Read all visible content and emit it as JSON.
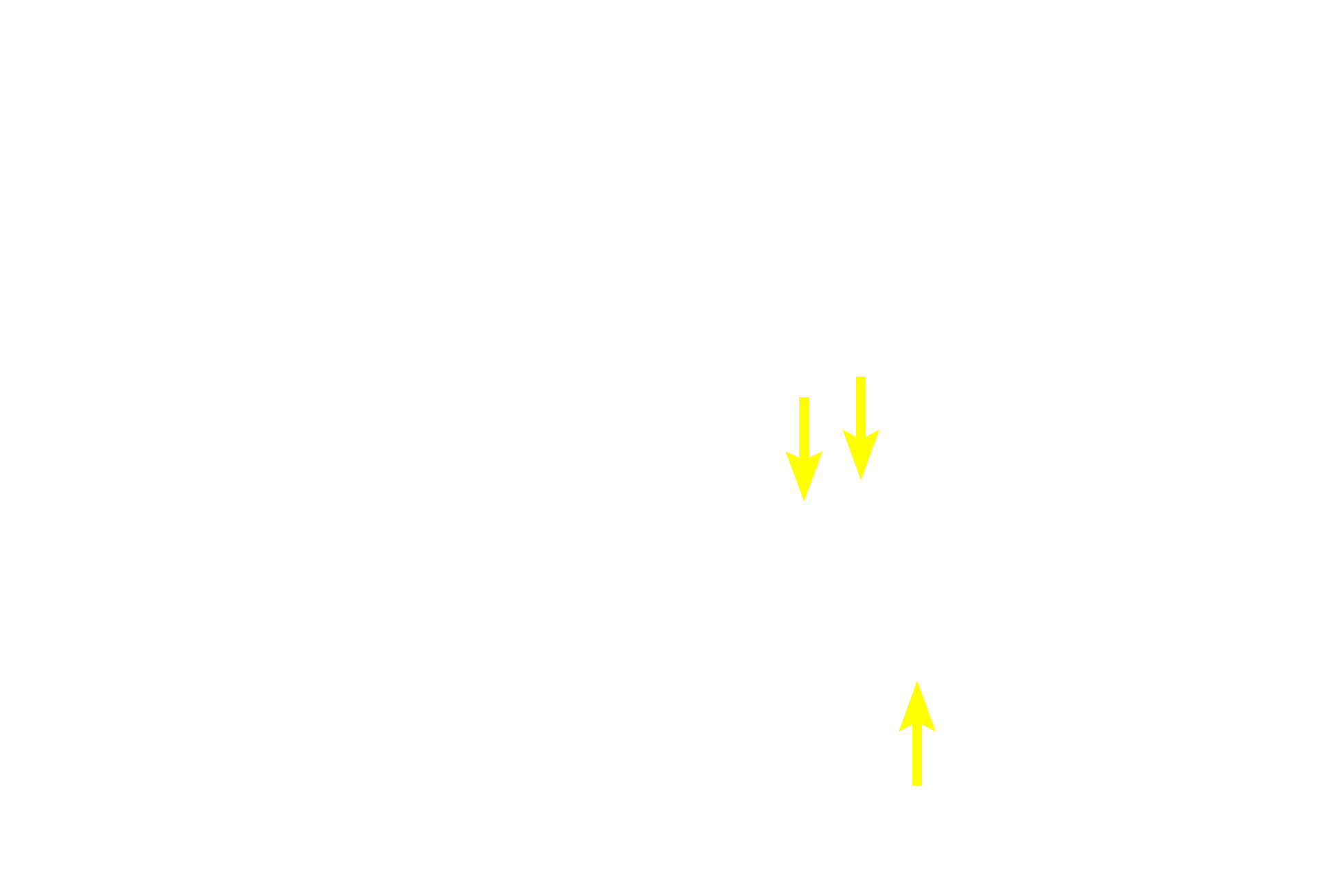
{
  "background_color": "#ffffff",
  "arrows": [
    {
      "icon": "arrow-down-icon",
      "direction": "down",
      "color": "#ffff00"
    },
    {
      "icon": "arrow-down-icon",
      "direction": "down",
      "color": "#ffff00"
    },
    {
      "icon": "arrow-up-icon",
      "direction": "up",
      "color": "#ffff00"
    }
  ]
}
